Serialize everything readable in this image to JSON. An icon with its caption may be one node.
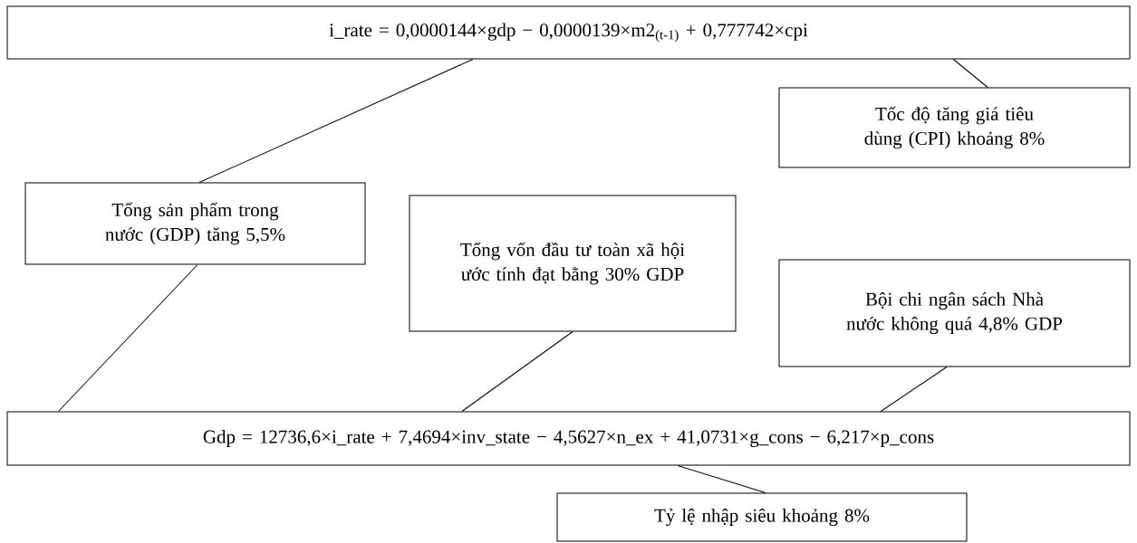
{
  "diagram": {
    "nodes": [
      {
        "text": [
          "i_rate = 0,0000144×gdp − 0,0000139×m2$_{(t-1)}$ + 0,777742×cpi"
        ]
      },
      {
        "text": [
          "Tốc độ tăng giá tiêu dùng (CPI) khoảng 8%"
        ]
      },
      {
        "text": [
          "Tổng sản phẩm trong nước (GDP) tăng 5,5%"
        ]
      },
      {
        "text": [
          "Tổng vốn đầu tư toàn xã hội ước tính đạt bằng 30% GDP"
        ]
      },
      {
        "text": [
          "Bội chi ngân sách Nhà nước không quá 4,8% GDP"
        ]
      },
      {
        "text": [
          "Gdp = 12736,6×i_rate + 7,4694×inv_state − 4,5627×n_ex + 41,0731×g_cons − 6,217×p_cons"
        ]
      },
      {
        "text": [
          "Tỷ lệ nhập siêu khoảng 8%"
        ]
      }
    ],
    "edges": [
      {
        "from": 0,
        "to": 1,
        "arrow": "none"
      },
      {
        "from": 0,
        "to": 2,
        "arrow": "none"
      },
      {
        "from": 2,
        "to": 5,
        "arrow": "none"
      },
      {
        "from": 3,
        "to": 5,
        "arrow": "none"
      },
      {
        "from": 4,
        "to": 5,
        "arrow": "none"
      },
      {
        "from": 5,
        "to": 6,
        "arrow": "none"
      }
    ]
  }
}
